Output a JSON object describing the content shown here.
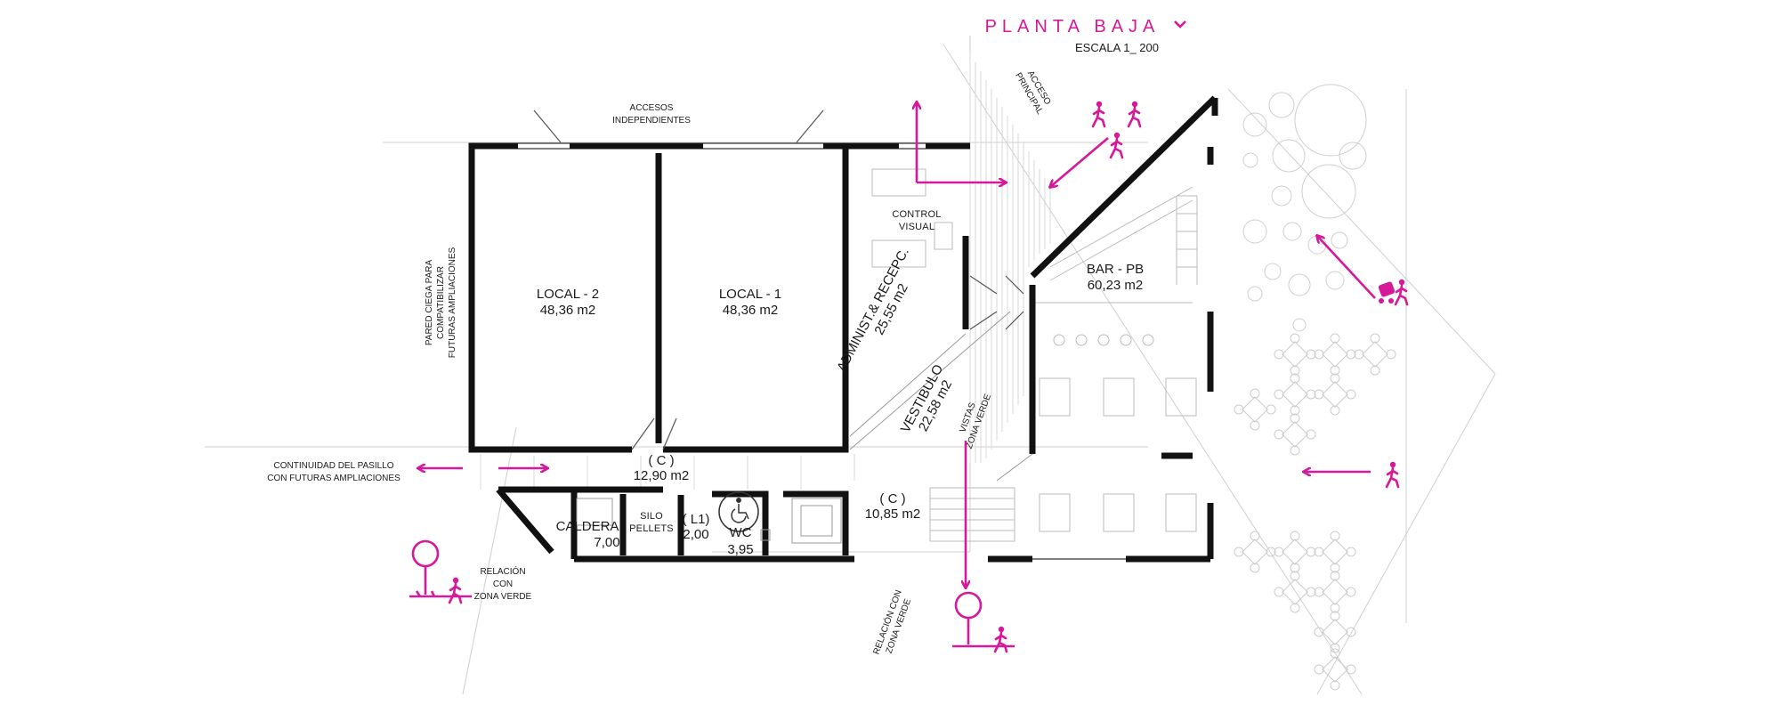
{
  "title": {
    "main": "PLANTA BAJA",
    "scale": "ESCALA 1_ 200"
  },
  "labels": {
    "accesos_independientes_1": "ACCESOS",
    "accesos_independientes_2": "INDEPENDIENTES",
    "pared_ciega_1": "PARED CIEGA PARA",
    "pared_ciega_2": "COMPATIBILIZAR",
    "pared_ciega_3": "FUTURAS AMPLIACIONES",
    "continuidad_1": "CONTINUIDAD DEL PASILLO",
    "continuidad_2": "CON FUTURAS AMPLIACIONES",
    "relacion_left_1": "RELACIÓN",
    "relacion_left_2": "CON",
    "relacion_left_3": "ZONA VERDE",
    "relacion_bottom_1": "RELACIÓN CON",
    "relacion_bottom_2": "ZONA VERDE",
    "acceso_principal_1": "ACCESO",
    "acceso_principal_2": "PRINCIPAL",
    "vistas_1": "VISTAS",
    "vistas_2": "ZONA VERDE"
  },
  "rooms": {
    "local2": {
      "name": "LOCAL - 2",
      "area": "48,36 m2"
    },
    "local1": {
      "name": "LOCAL - 1",
      "area": "48,36 m2"
    },
    "control": {
      "name_1": "CONTROL",
      "name_2": "VISUAL"
    },
    "admin": {
      "name": "ADMINIST.& RECEPC.",
      "area": "25,55 m2"
    },
    "vestibulo": {
      "name": "VESTIBULO",
      "area": "22,58 m2"
    },
    "bar": {
      "name": "BAR - PB",
      "area": "60,23 m2"
    },
    "corridor": {
      "name": "( C )",
      "area": "12,90 m2"
    },
    "corridor2": {
      "name": "( C )",
      "area": "10,85 m2"
    },
    "caldera": {
      "name": "CALDERA",
      "area": "7,00"
    },
    "silo": {
      "name_1": "SILO",
      "name_2": "PELLETS"
    },
    "l1": {
      "name": "( L1)",
      "area": "2,00"
    },
    "wc": {
      "name": "WC",
      "area": "3,95"
    }
  },
  "colors": {
    "accent": "#d6189a",
    "wall": "#111111",
    "line": "#999999"
  },
  "icons": [
    "person-walking-icon",
    "person-with-stroller-icon",
    "tree-icon",
    "wheelchair-icon",
    "arrow-icon"
  ]
}
